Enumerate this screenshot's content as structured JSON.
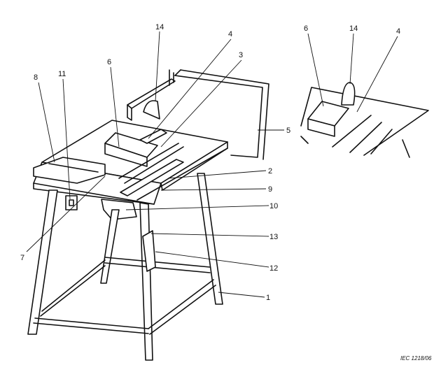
{
  "figure": {
    "main_labels": {
      "l14": "14",
      "l4": "4",
      "l3": "3",
      "l6": "6",
      "l8": "8",
      "l11": "11",
      "l5": "5",
      "l2": "2",
      "l9": "9",
      "l10": "10",
      "l7": "7",
      "l13": "13",
      "l12": "12",
      "l1": "1"
    },
    "inset_labels": {
      "l6": "6",
      "l14": "14",
      "l4": "4"
    },
    "caption": "IEC 1218/06"
  }
}
